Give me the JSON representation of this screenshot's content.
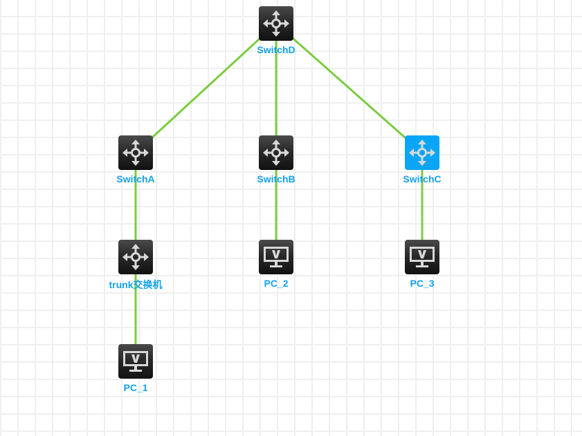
{
  "colors": {
    "link": "#7ccb3f",
    "label": "#13a0ec",
    "selected": "#0aa6f5"
  },
  "nodes": [
    {
      "id": "switchD",
      "label": "SwitchD",
      "type": "switch",
      "selected": false
    },
    {
      "id": "switchA",
      "label": "SwitchA",
      "type": "switch",
      "selected": false
    },
    {
      "id": "switchB",
      "label": "SwitchB",
      "type": "switch",
      "selected": false
    },
    {
      "id": "switchC",
      "label": "SwitchC",
      "type": "switch",
      "selected": true
    },
    {
      "id": "trunk",
      "label": "trunk交换机",
      "type": "switch",
      "selected": false
    },
    {
      "id": "pc2",
      "label": "PC_2",
      "type": "pc",
      "selected": false
    },
    {
      "id": "pc3",
      "label": "PC_3",
      "type": "pc",
      "selected": false
    },
    {
      "id": "pc1",
      "label": "PC_1",
      "type": "pc",
      "selected": false
    }
  ],
  "links": [
    {
      "from": "switchD",
      "to": "switchA"
    },
    {
      "from": "switchD",
      "to": "switchB"
    },
    {
      "from": "switchD",
      "to": "switchC"
    },
    {
      "from": "switchA",
      "to": "trunk"
    },
    {
      "from": "trunk",
      "to": "pc1"
    },
    {
      "from": "switchB",
      "to": "pc2"
    },
    {
      "from": "switchC",
      "to": "pc3"
    }
  ]
}
